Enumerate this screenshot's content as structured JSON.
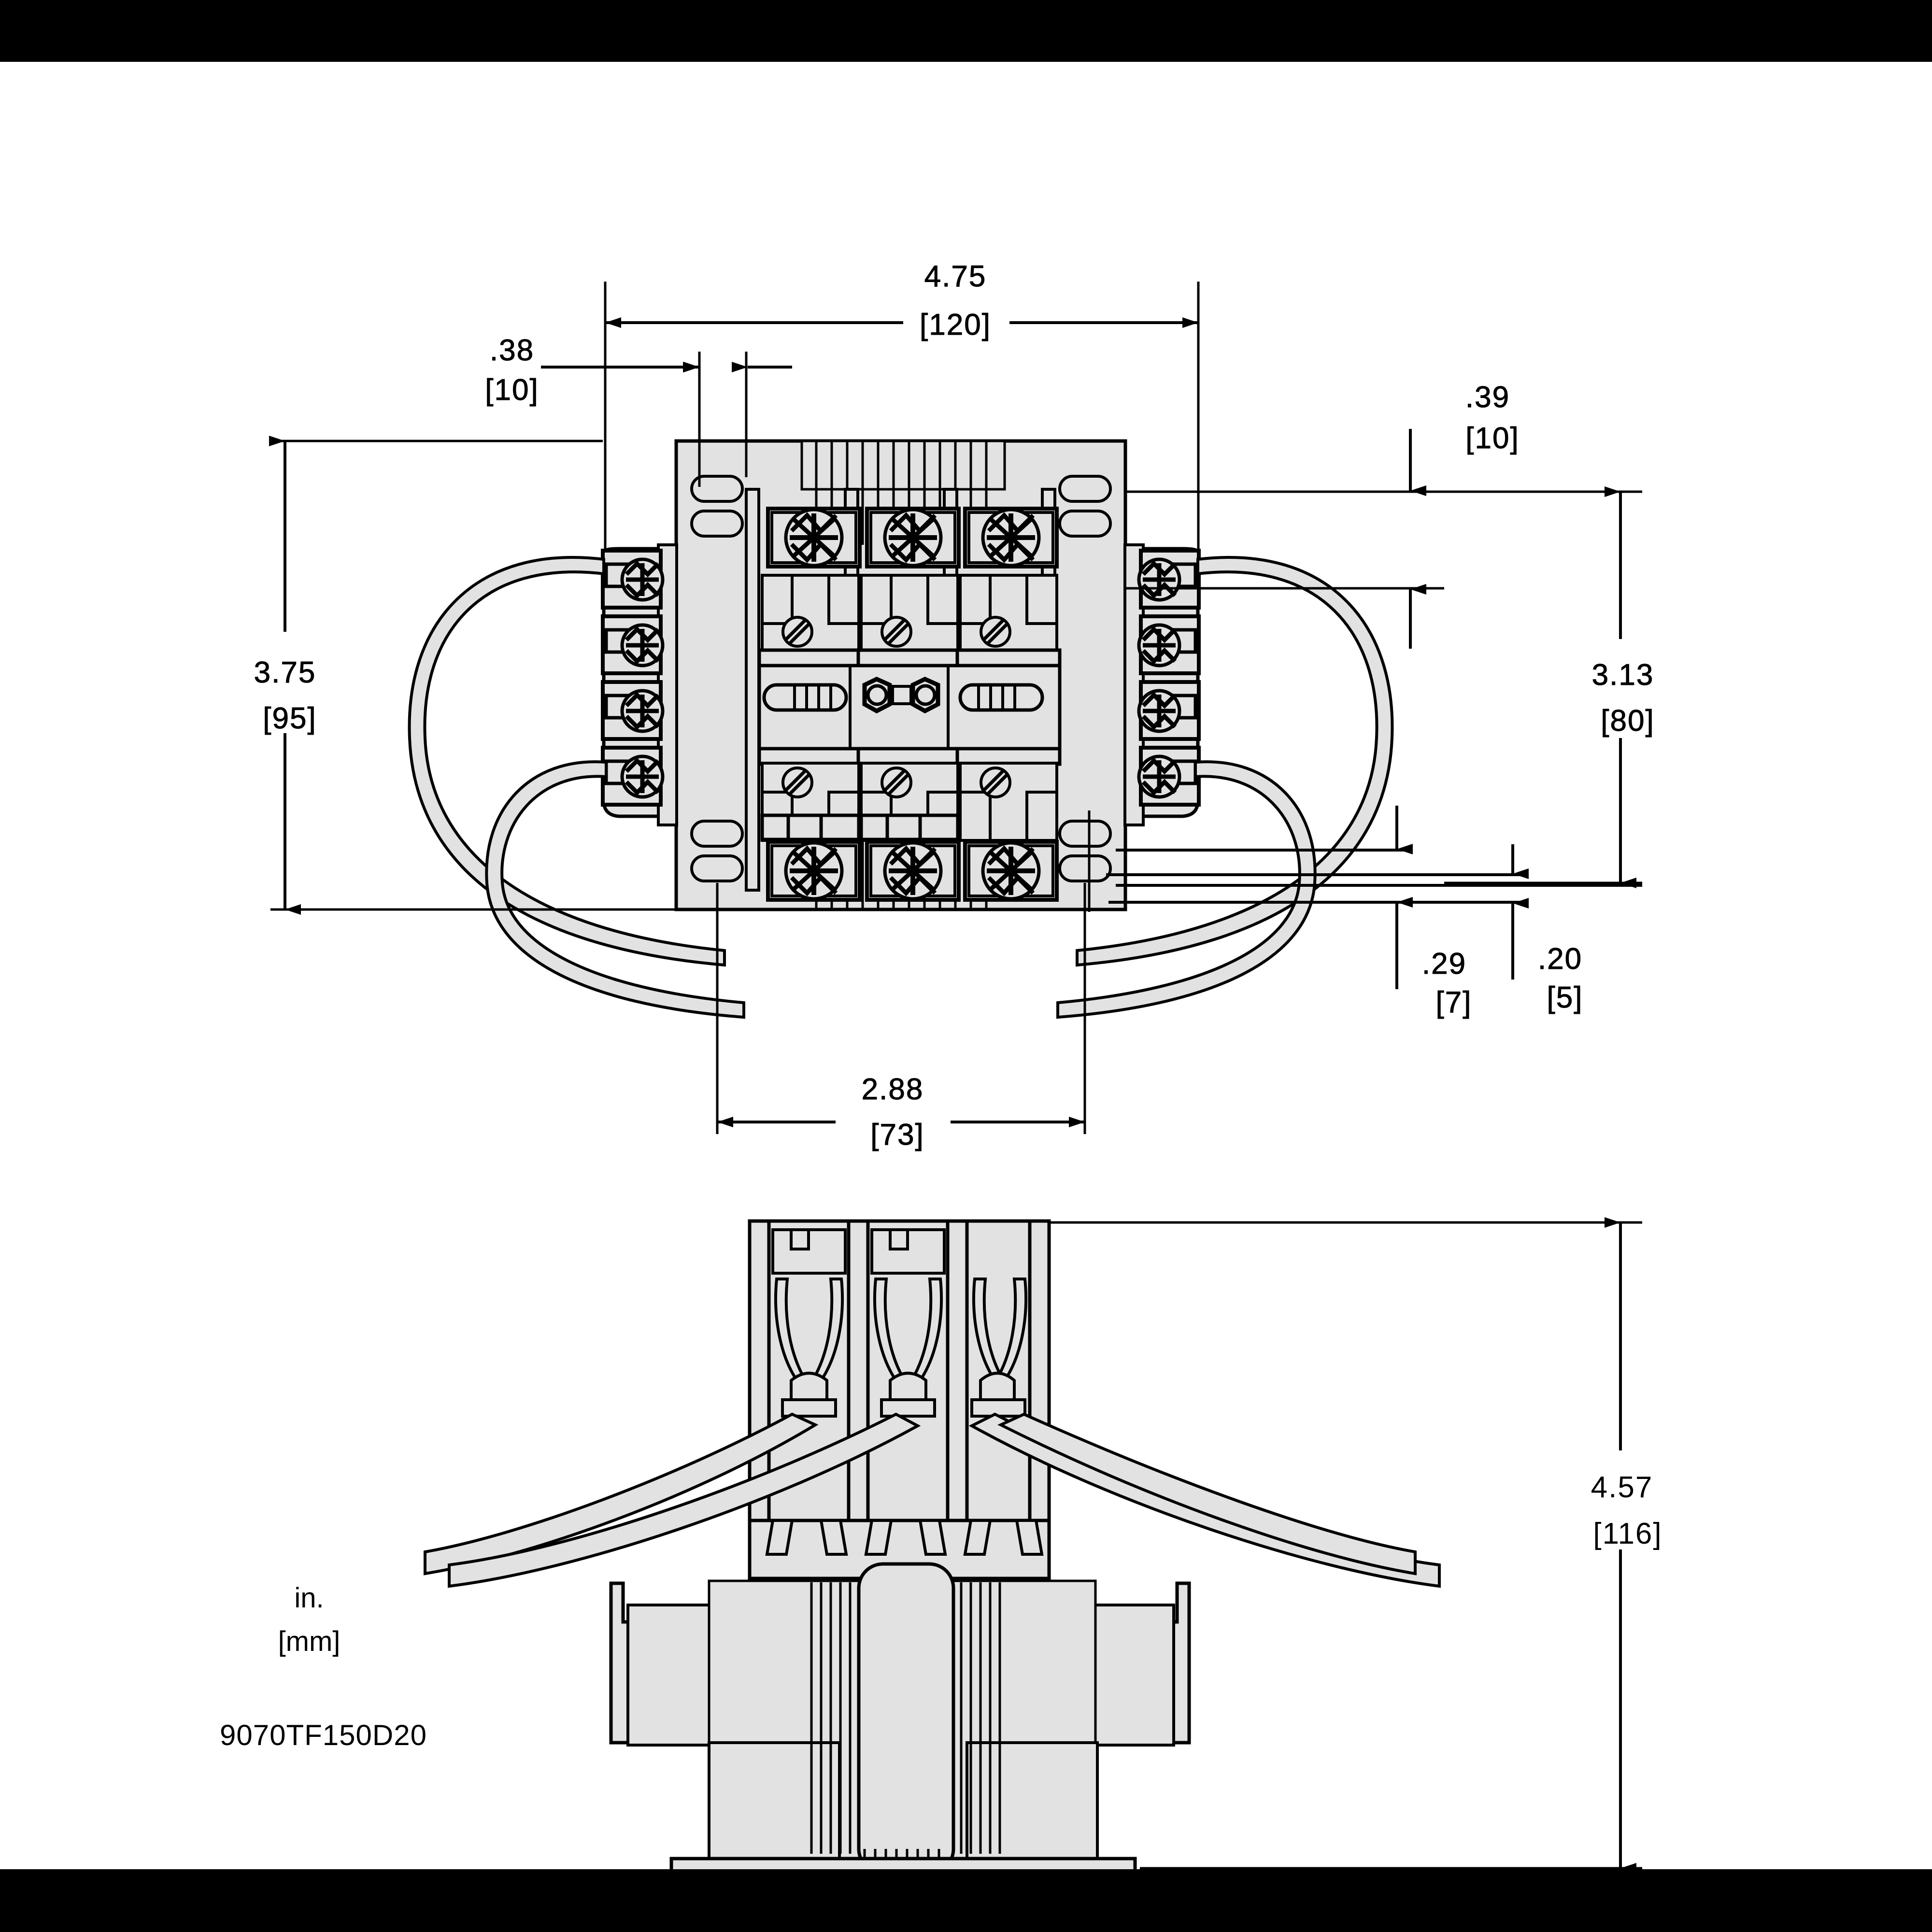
{
  "drawing": {
    "part_number": "9070TF150D20",
    "units_primary": "in.",
    "units_secondary": "[mm]",
    "line_color": "#000000",
    "fill_color": "#e2e2e2",
    "background": "#ffffff",
    "letterbox_color": "#000000"
  },
  "dimensions": {
    "overall_width": {
      "in": "4.75",
      "mm": "[120]"
    },
    "overall_height": {
      "in": "3.75",
      "mm": "[95]"
    },
    "mounting_offset_left": {
      "in": ".38",
      "mm": "[10]"
    },
    "right_top_offset": {
      "in": ".39",
      "mm": "[10]"
    },
    "right_height": {
      "in": "3.13",
      "mm": "[80]"
    },
    "lower_offset_a": {
      "in": ".29",
      "mm": "[7]"
    },
    "lower_offset_b": {
      "in": ".20",
      "mm": "[5]"
    },
    "mounting_span": {
      "in": "2.88",
      "mm": "[73]"
    },
    "side_height": {
      "in": "4.57",
      "mm": "[116]"
    }
  },
  "views": {
    "front": {
      "name": "front-view"
    },
    "side": {
      "name": "side-view"
    }
  }
}
